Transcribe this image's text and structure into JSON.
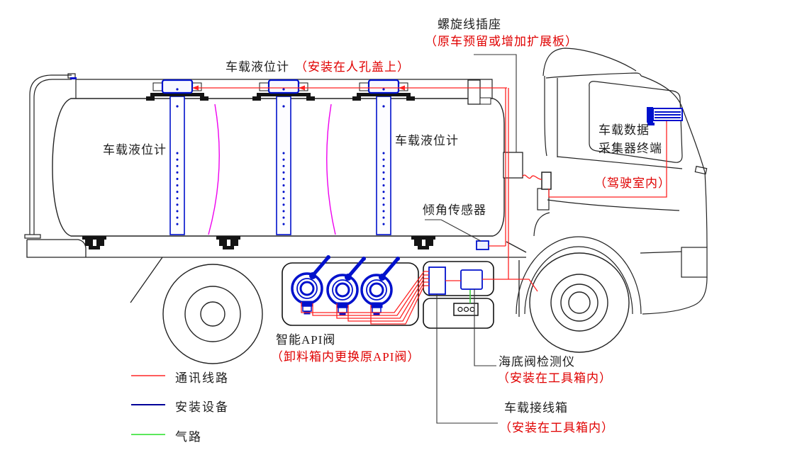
{
  "diagram": {
    "title_hint": "tanker-truck-installation-diagram",
    "labels": {
      "spiral_socket": {
        "title": "螺旋线插座",
        "note": "（原车预留或增加扩展板）"
      },
      "manhole_gauge": {
        "title": "车载液位计",
        "note": "（安装在人孔盖上）"
      },
      "tank_gauge_left": {
        "title": "车载液位计"
      },
      "tank_gauge_right": {
        "title": "车载液位计"
      },
      "data_terminal": {
        "line1": "车载数据",
        "line2": "采集器终端",
        "note": "（驾驶室内）"
      },
      "tilt_sensor": {
        "title": "倾角传感器"
      },
      "api_valve": {
        "title": "智能API阀",
        "note": "（卸料箱内更换原API阀）"
      },
      "bottom_valve_detector": {
        "title": "海底阀检测仪",
        "note": "（安装在工具箱内）"
      },
      "junction_box": {
        "title": "车载接线箱",
        "note": "（安装在工具箱内）"
      }
    },
    "legend": {
      "items": [
        {
          "label": "通讯线路",
          "color": "#ff5c5c"
        },
        {
          "label": "安装设备",
          "color": "#000099"
        },
        {
          "label": "气路",
          "color": "#5ce85c"
        }
      ]
    },
    "colors": {
      "communication_line": "#ff2222",
      "equipment": "#0011cc",
      "gas_line": "#3ecc3e",
      "baffle": "#ee00ee",
      "annotation": "#e00000",
      "outline": "#222222"
    }
  }
}
